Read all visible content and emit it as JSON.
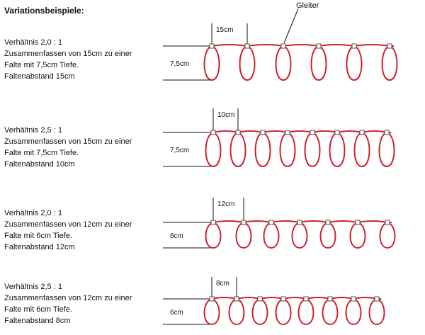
{
  "title": "Variationsbeispiele:",
  "glider_label": "Gleiter",
  "colors": {
    "curtain": "#d0202e",
    "line": "#111111",
    "glider_fill": "#ffffff",
    "glider_stroke": "#555555"
  },
  "examples": [
    {
      "lines": [
        "Verhältnis 2,0 : 1",
        "Zusammenfassen von 15cm zu einer",
        "Falte mit 7,5cm Tiefe.",
        "Faltenabstand 15cm"
      ],
      "spacing_label": "15cm",
      "depth_label": "7,5cm",
      "ratio": 2.0,
      "spacing_cm": 15,
      "depth_cm": 7.5
    },
    {
      "lines": [
        "Verhältnis 2,5 : 1",
        "Zusammenfassen von 15cm zu einer",
        "Falte mit 7,5cm Tiefe.",
        "Faltenabstand 10cm"
      ],
      "spacing_label": "10cm",
      "depth_label": "7,5cm",
      "ratio": 2.5,
      "spacing_cm": 10,
      "depth_cm": 7.5
    },
    {
      "lines": [
        "Verhältnis 2,0 : 1",
        "Zusammenfassen von 12cm zu einer",
        "Falte mit 6cm Tiefe.",
        "Faltenabstand 12cm"
      ],
      "spacing_label": "12cm",
      "depth_label": "6cm",
      "ratio": 2.0,
      "spacing_cm": 12,
      "depth_cm": 6
    },
    {
      "lines": [
        "Verhältnis 2,5 : 1",
        "Zusammenfassen von 12cm zu einer",
        "Falte mit 6cm Tiefe.",
        "Faltenabstand 8cm"
      ],
      "spacing_label": "8cm",
      "depth_label": "6cm",
      "ratio": 2.5,
      "spacing_cm": 8,
      "depth_cm": 6
    }
  ]
}
